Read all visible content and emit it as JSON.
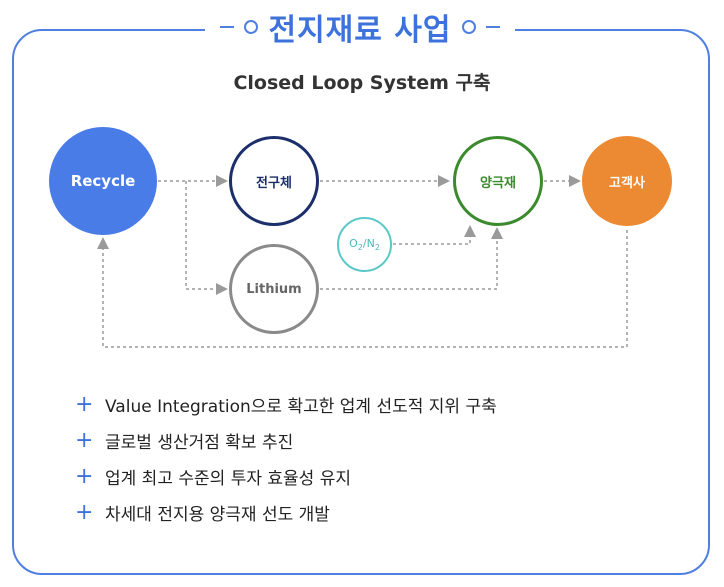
{
  "header": {
    "title": "전지재료 사업",
    "subtitle": "Closed Loop System 구축"
  },
  "nodes": {
    "recycle": "Recycle",
    "precursor": "전구체",
    "lithium": "Lithium",
    "cathode": "양극재",
    "customer": "고객사",
    "o2n2": "O2/N2"
  },
  "bullets": [
    "Value Integration으로 확고한 업계 선도적 지위 구축",
    "글로벌 생산거점 확보 추진",
    "업계 최고 수준의 투자 효율성 유지",
    "차세대 전지용 양극재 선도 개발"
  ],
  "colors": {
    "accent": "#3d72de",
    "recycle": "#4a7ce8",
    "precursor": "#1c2f6b",
    "cathode": "#3c8a2e",
    "customer": "#ec8a33",
    "gas": "#5bc8c8"
  }
}
